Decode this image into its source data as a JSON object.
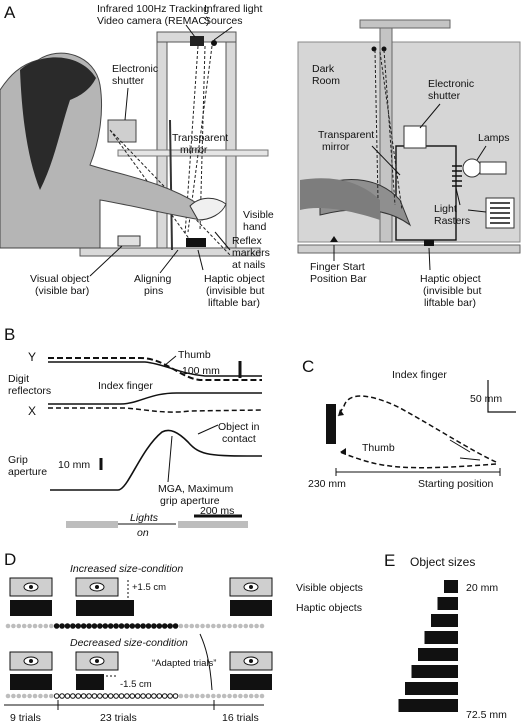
{
  "panels": {
    "a": "A",
    "b": "B",
    "c": "C",
    "d": "D",
    "e": "E"
  },
  "panel_a": {
    "camera": [
      "Infrared 100Hz Tracking",
      "Video camera (REMAC)"
    ],
    "light_sources": [
      "Infrared light",
      "Sources"
    ],
    "electronic_shutter_left": [
      "Electronic",
      "shutter"
    ],
    "transparent_mirror_left": [
      "Transparent",
      "mirror"
    ],
    "visible_hand": [
      "Visible",
      "hand"
    ],
    "reflex_markers": [
      "Reflex",
      "markers",
      "at nails"
    ],
    "visual_object": [
      "Visual object",
      "(visible bar)"
    ],
    "aligning_pins": [
      "Aligning",
      "pins"
    ],
    "haptic_object_left": [
      "Haptic object",
      "(invisible but",
      "liftable bar)"
    ],
    "dark_room": [
      "Dark",
      "Room"
    ],
    "electronic_shutter_right": [
      "Electronic",
      "shutter"
    ],
    "transparent_mirror_right": [
      "Transparent",
      "mirror"
    ],
    "lamps": "Lamps",
    "light_rasters": [
      "Light",
      "Rasters"
    ],
    "finger_start": [
      "Finger Start",
      "Position Bar"
    ],
    "haptic_object_right": [
      "Haptic object",
      "(invisible but",
      "liftable bar)"
    ]
  },
  "panel_b": {
    "y": "Y",
    "x": "X",
    "thumb": "Thumb",
    "index_finger": "Index finger",
    "digit_reflectors": [
      "Digit",
      "reflectors"
    ],
    "scale_mm": "100 mm",
    "object_contact": [
      "Object in",
      "contact"
    ],
    "grip_aperture": [
      "Grip",
      "aperture"
    ],
    "grip_scale": "10 mm",
    "mga": [
      "MGA, Maximum",
      "grip aperture"
    ],
    "time_scale": "200 ms",
    "lights_on": [
      "Lights",
      "on"
    ]
  },
  "panel_c": {
    "index_finger": "Index finger",
    "thumb": "Thumb",
    "scale": "50 mm",
    "distance": "230 mm",
    "start": "Starting position"
  },
  "panel_d": {
    "increased": "Increased size-condition",
    "decreased": "Decreased size-condition",
    "plus": "+1.5 cm",
    "minus": "-1.5 cm",
    "visible_objects": "Visible objects",
    "haptic_objects": "Haptic objects",
    "adapted": "“Adapted trials”",
    "trials_a": "9 trials",
    "trials_b": "23 trials",
    "trials_c": "16 trials",
    "trial_counts": [
      9,
      23,
      16
    ]
  },
  "panel_e": {
    "title": "Object sizes",
    "min": "20 mm",
    "max": "72.5 mm",
    "size_count": 8
  },
  "colors": {
    "ink": "#111111",
    "gray": "#bdbdbd",
    "light": "#d9d9d9",
    "box": "#cfcfcf"
  }
}
